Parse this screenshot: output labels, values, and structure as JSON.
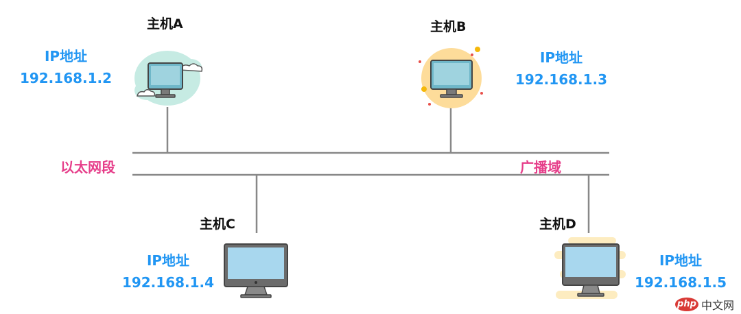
{
  "hosts": [
    {
      "name": "主机A",
      "ip_title": "IP地址",
      "ip": "192.168.1.2"
    },
    {
      "name": "主机B",
      "ip_title": "IP地址",
      "ip": "192.168.1.3"
    },
    {
      "name": "主机C",
      "ip_title": "IP地址",
      "ip": "192.168.1.4"
    },
    {
      "name": "主机D",
      "ip_title": "IP地址",
      "ip": "192.168.1.5"
    }
  ],
  "segment_label": "以太网段",
  "broadcast_label": "广播域",
  "watermark": {
    "logo": "php",
    "text": "中文网"
  },
  "colors": {
    "ip": "#2196f3",
    "segment": "#e63e8a",
    "line": "#888888"
  }
}
